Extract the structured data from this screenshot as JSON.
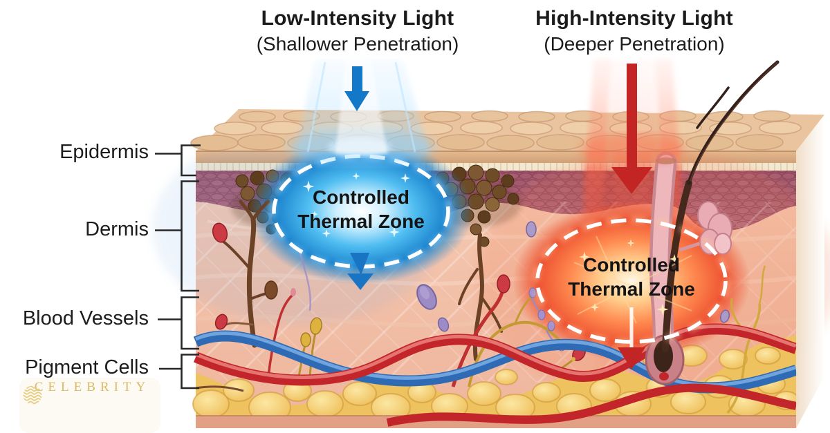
{
  "titles": {
    "low": {
      "heading": "Low-Intensity Light",
      "subheading": "(Shallower Penetration)"
    },
    "high": {
      "heading": "High-Intensity Light",
      "subheading": "(Deeper Penetration)"
    }
  },
  "layer_labels": [
    {
      "label": "Epidermis"
    },
    {
      "label": "Dermis"
    },
    {
      "label": "Blood Vessels"
    },
    {
      "label": "Pigment Cells"
    }
  ],
  "zones": {
    "low": {
      "line1": "Controlled",
      "line2": "Thermal Zone"
    },
    "high": {
      "line1": "Controlled",
      "line2": "Thermal Zone"
    }
  },
  "logo": {
    "brand": "CELEBRITY"
  },
  "icons": {
    "low_beam_arrow": "down-arrow-icon",
    "high_beam_arrow": "down-arrow-icon",
    "low_zone_exit_arrow": "down-arrow-icon",
    "high_zone_exit_arrow": "down-arrow-icon"
  },
  "colors": {
    "accent_blue": "#1478c8",
    "accent_red": "#c32525",
    "zone_blue": "#2fa8ea",
    "zone_red": "#f05a35",
    "dashed_border": "#ffffff",
    "logo_gold": "#d9ba66",
    "text": "#1b1b1b"
  }
}
